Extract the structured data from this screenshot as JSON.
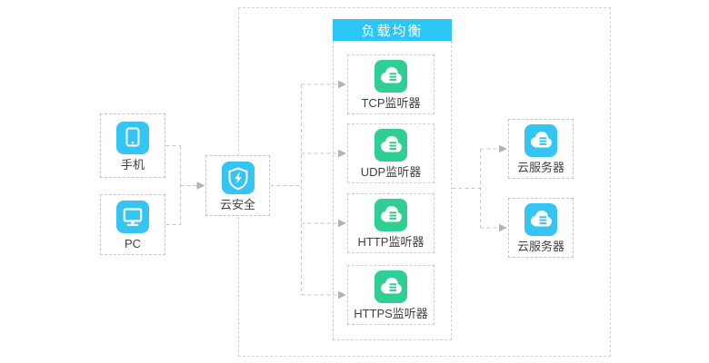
{
  "diagram": {
    "clients": [
      {
        "label": "手机",
        "icon": "mobile-icon"
      },
      {
        "label": "PC",
        "icon": "pc-icon"
      }
    ],
    "security": {
      "label": "云安全",
      "icon": "shield-lightning-icon"
    },
    "load_balancer": {
      "title": "负载均衡",
      "listeners": [
        {
          "label": "TCP监听器",
          "icon": "cloud-server-icon"
        },
        {
          "label": "UDP监听器",
          "icon": "cloud-server-icon"
        },
        {
          "label": "HTTP监听器",
          "icon": "cloud-server-icon"
        },
        {
          "label": "HTTPS监听器",
          "icon": "cloud-server-icon"
        }
      ]
    },
    "servers": [
      {
        "label": "云服务器",
        "icon": "cloud-server-icon"
      },
      {
        "label": "云服务器",
        "icon": "cloud-server-icon"
      }
    ],
    "colors": {
      "accent_blue": "#35c5f3",
      "accent_green": "#2fce93",
      "header_cyan": "#2bc7f4",
      "connector_gray": "#c8c8c8",
      "border_gray": "#cccccc",
      "label_text": "#404040"
    }
  }
}
